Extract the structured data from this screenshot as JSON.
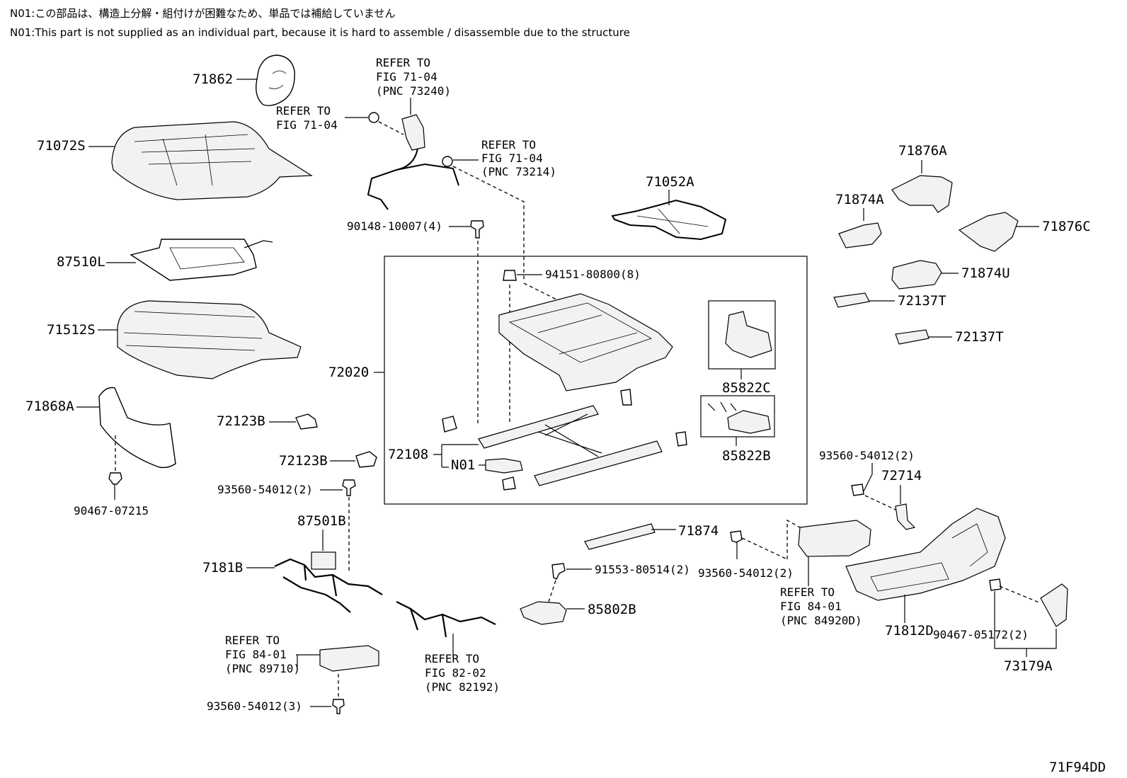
{
  "notes": {
    "jp": "N01:この部品は、構造上分解・組付けが困難なため、単品では補給していません",
    "en": "N01:This part is not supplied as an individual part, because it is hard to assemble / disassemble due to the structure"
  },
  "figure_id": "71F94DD",
  "labels": {
    "p71862": "71862",
    "p71072S": "71072S",
    "p87510L": "87510L",
    "p71512S": "71512S",
    "p71868A": "71868A",
    "p90467_07215": "90467-07215",
    "p72123B_a": "72123B",
    "p72123B_b": "72123B",
    "p93560_a": "93560-54012(2)",
    "p87501B": "87501B",
    "p7181B": "7181B",
    "p93560_b": "93560-54012(3)",
    "p90148": "90148-10007(4)",
    "p94151": "94151-80800(8)",
    "p72020": "72020",
    "p72108": "72108",
    "pN01": "N01",
    "p85822C": "85822C",
    "p85822B": "85822B",
    "p71052A": "71052A",
    "p71876A": "71876A",
    "p71874A": "71874A",
    "p71876C": "71876C",
    "p71874U": "71874U",
    "p72137T_a": "72137T",
    "p72137T_b": "72137T",
    "p93560_c": "93560-54012(2)",
    "p72714": "72714",
    "p71874": "71874",
    "p93560_d": "93560-54012(2)",
    "p91553": "91553-80514(2)",
    "p85802B": "85802B",
    "p71812D": "71812D",
    "p90467_05172": "90467-05172(2)",
    "p73179A": "73179A"
  },
  "refs": {
    "r_seatbelt_a": [
      "REFER TO",
      "FIG 71-04"
    ],
    "r_seatbelt_b": [
      "REFER TO",
      "FIG 71-04",
      "(PNC 73240)"
    ],
    "r_seatbelt_c": [
      "REFER TO",
      "FIG 71-04",
      "(PNC 73214)"
    ],
    "r_84_01_a": [
      "REFER TO",
      "FIG 84-01",
      "(PNC 89710)"
    ],
    "r_82_02": [
      "REFER TO",
      "FIG 82-02",
      "(PNC 82192)"
    ],
    "r_84_01_b": [
      "REFER TO",
      "FIG 84-01",
      "(PNC 84920D)"
    ]
  }
}
